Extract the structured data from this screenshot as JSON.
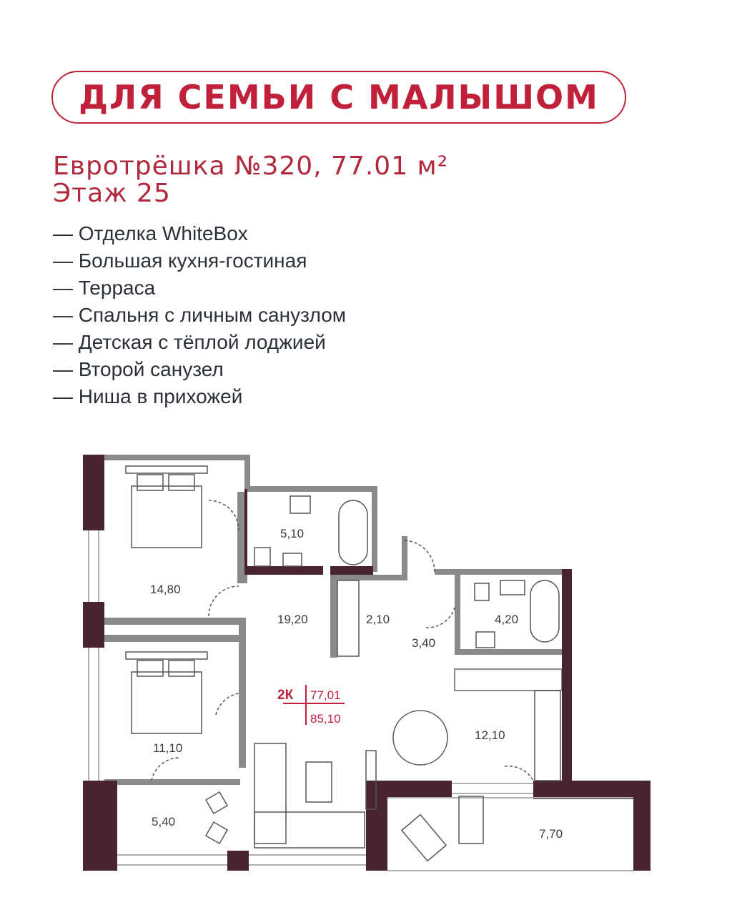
{
  "header": {
    "badge_text": "ДЛЯ СЕМЬИ С МАЛЫШОМ"
  },
  "apartment": {
    "title": "Евротрёшка №320, 77.01 м²",
    "floor": "Этаж 25"
  },
  "features": [
    "— Отделка WhiteBox",
    "— Большая кухня-гостиная",
    "— Терраса",
    "— Спальня с личным санузлом",
    "— Детская с тёплой лоджией",
    "— Второй санузел",
    "— Ниша в прихожей"
  ],
  "floor_plan": {
    "type_label": "2К",
    "total_area": "77,01",
    "total_area_with_outdoor": "85,10",
    "rooms": {
      "bedroom_1": "14,80",
      "bathroom_1": "5,10",
      "hallway": "19,20",
      "niche": "2,10",
      "corridor": "3,40",
      "bathroom_2": "4,20",
      "bedroom_2": "11,10",
      "kitchen_living": "12,10",
      "loggia": "5,40",
      "terrace": "7,70"
    }
  },
  "colors": {
    "accent": "#c0203a",
    "wall": "#4a2330",
    "text": "#2a2f38"
  }
}
